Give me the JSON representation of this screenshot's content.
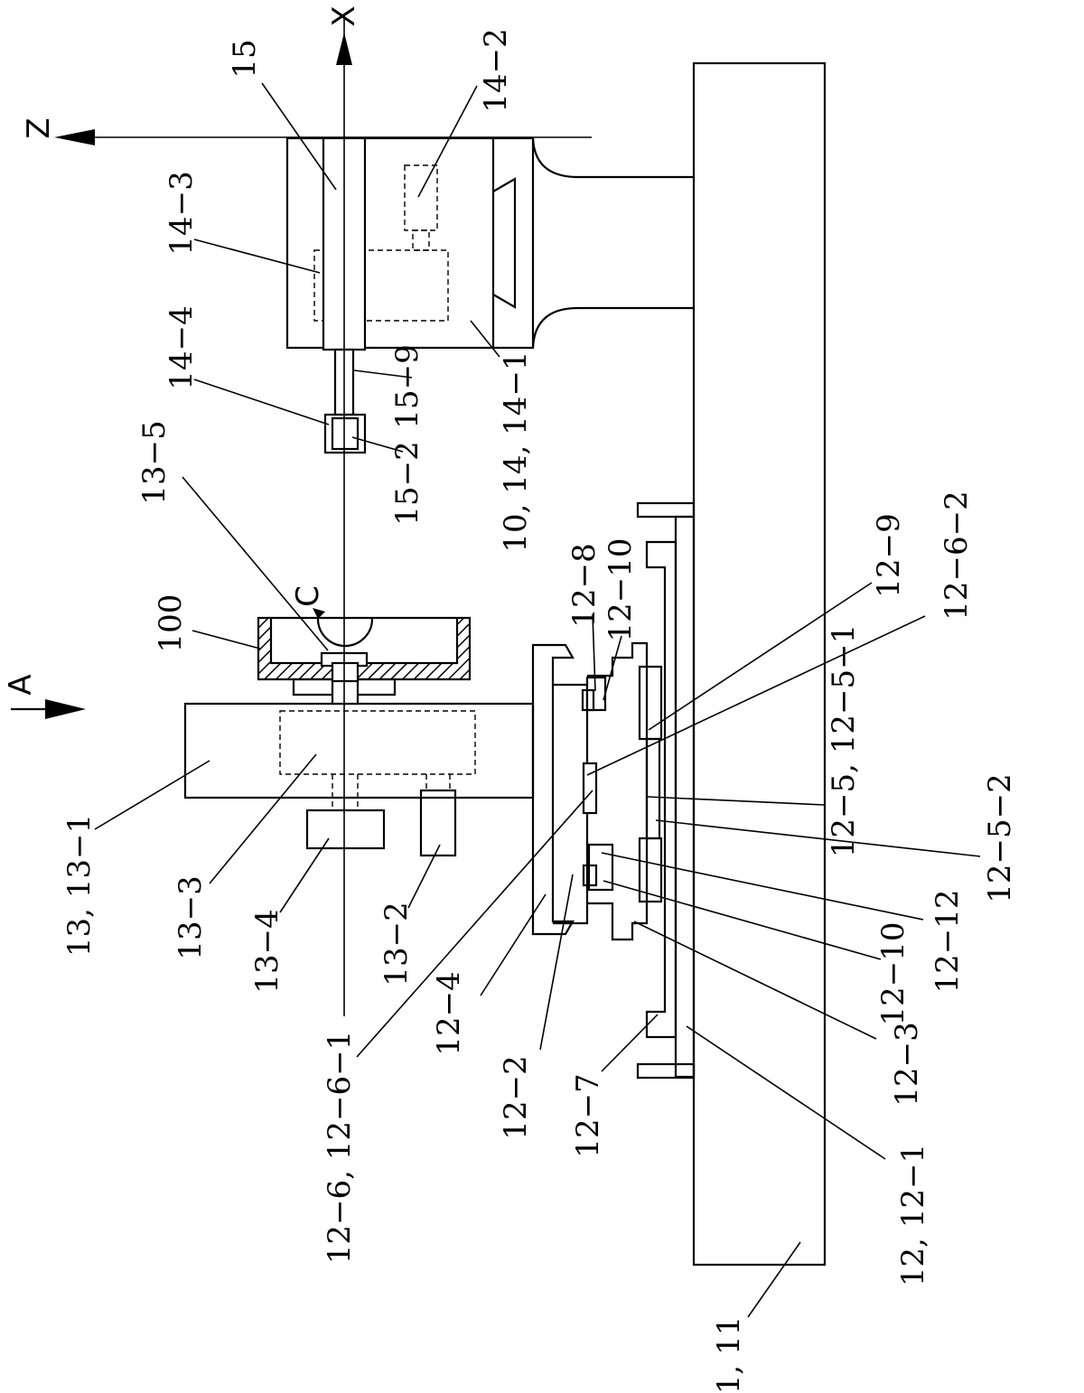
{
  "axes": {
    "x": "X",
    "z": "Z",
    "view_arrow": "A",
    "rotation": "C"
  },
  "labels": {
    "l15": "15",
    "l14_2": "14−2",
    "l14_3": "14−3",
    "l14_4": "14−4",
    "l15_9": "15−9",
    "l15_2": "15−2",
    "l10_14_14_1": "10, 14, 14−1",
    "l13_5": "13−5",
    "l100": "100",
    "l12_8": "12−8",
    "l12_10_top": "12−10",
    "l12_9": "12−9",
    "l12_6_2": "12−6−2",
    "l12_5_12_5_1": "12−5, 12−5−1",
    "l12_5_2": "12−5−2",
    "l12_12": "12−12",
    "l12_10_bottom": "12−10",
    "l12_3": "12−3",
    "l12_1": "12, 12−1",
    "l1_11": "1, 11",
    "l12_7": "12−7",
    "l12_2": "12−2",
    "l12_4": "12−4",
    "l12_6_12_6_1": "12−6, 12−6−1",
    "l13_2": "13−2",
    "l13_4": "13−4",
    "l13_3": "13−3",
    "l13_13_1": "13, 13−1"
  }
}
